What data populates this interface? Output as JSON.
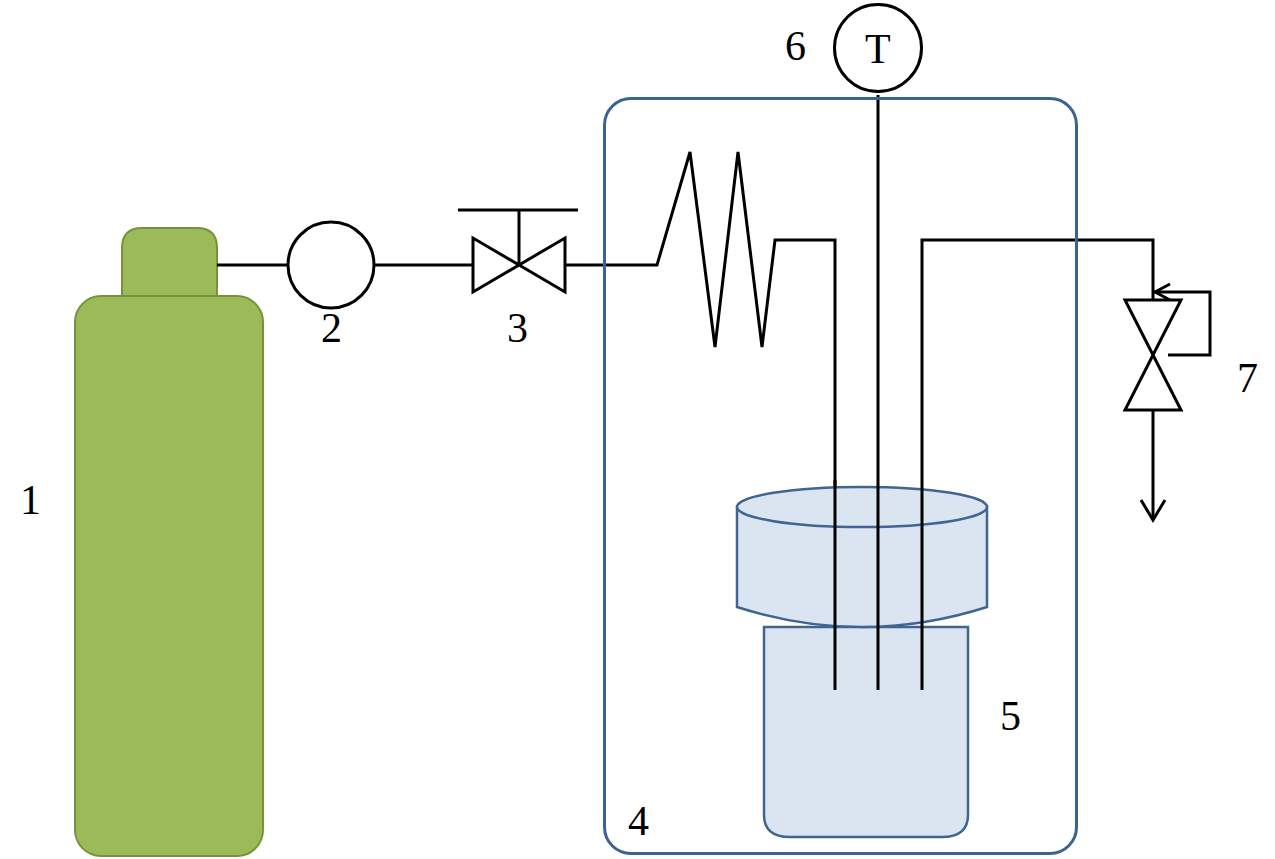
{
  "diagram": {
    "nodes": [
      {
        "text": [
          "4"
        ]
      },
      {
        "text": [
          "T"
        ]
      }
    ],
    "labels": [
      "1",
      "2",
      "3",
      "5",
      "6",
      "7"
    ]
  }
}
